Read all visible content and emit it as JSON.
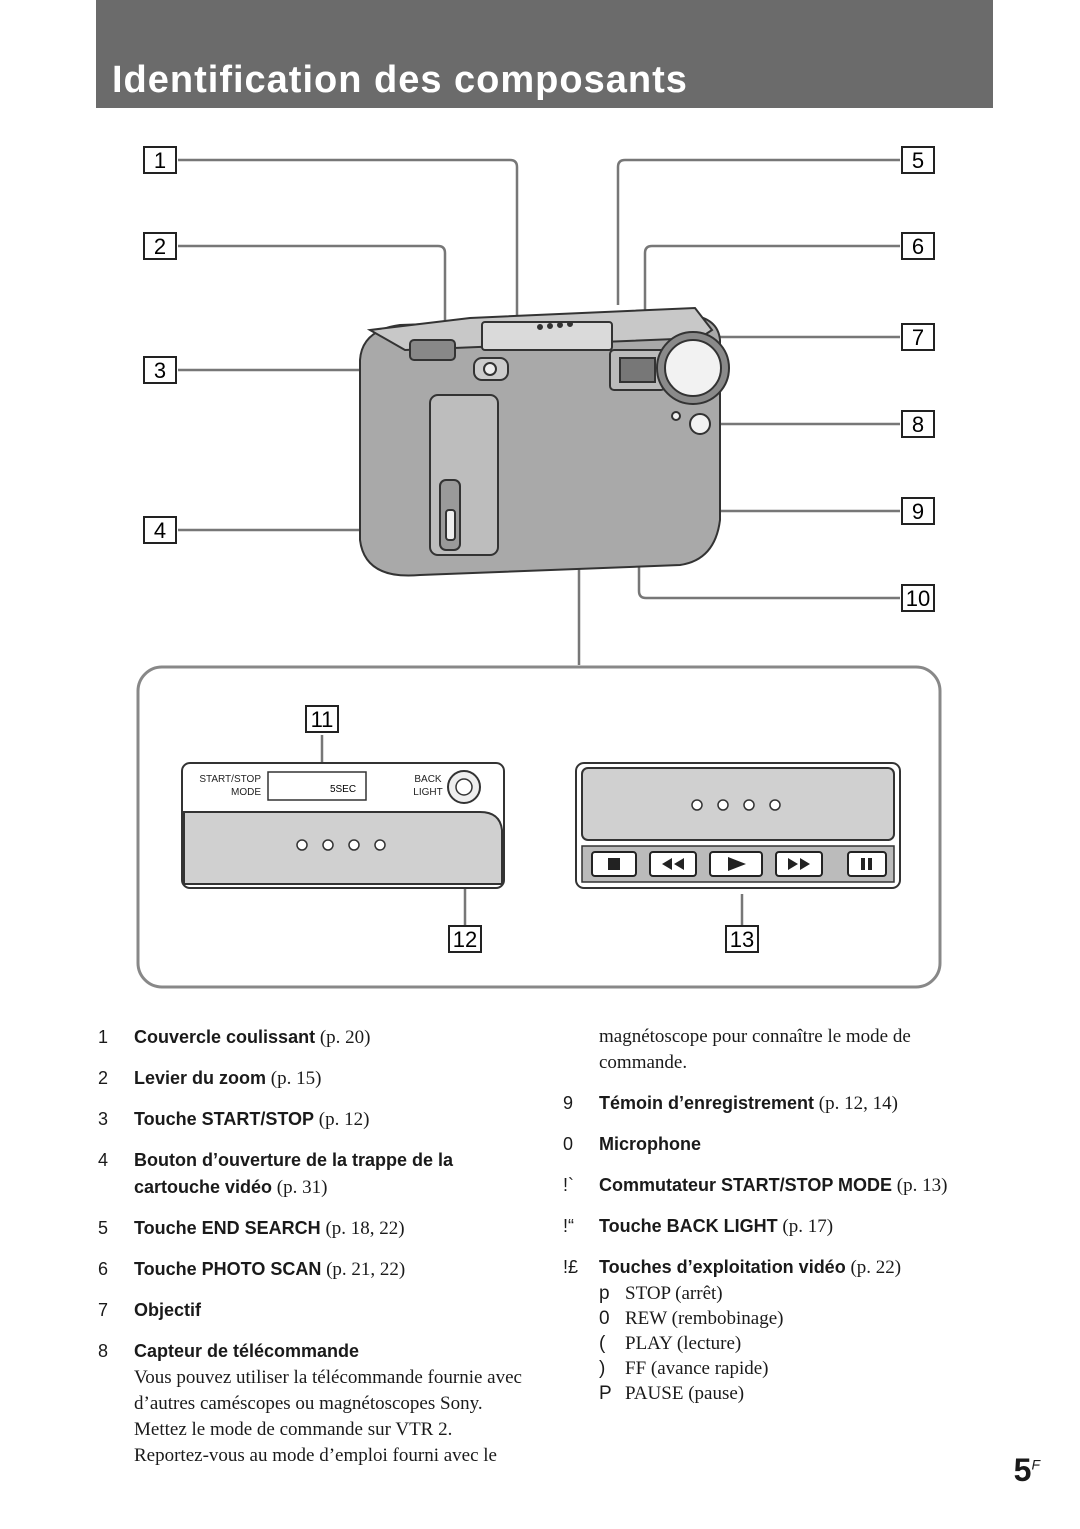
{
  "header": {
    "title": "Identification des composants"
  },
  "callouts": [
    "1",
    "2",
    "3",
    "4",
    "5",
    "6",
    "7",
    "8",
    "9",
    "10",
    "11",
    "12",
    "13"
  ],
  "panel": {
    "startstop_line1": "START/STOP",
    "startstop_line2": "MODE",
    "sec_label": "5SEC",
    "back_line1": "BACK",
    "back_line2": "LIGHT"
  },
  "left_items": [
    {
      "num": "1",
      "label": "Couvercle coulissant",
      "page": "(p. 20)"
    },
    {
      "num": "2",
      "label": "Levier du zoom",
      "page": "(p. 15)"
    },
    {
      "num": "3",
      "label": "Touche START/STOP",
      "page": "(p. 12)"
    },
    {
      "num": "4",
      "label": "Bouton d’ouverture de la trappe de la cartouche vidéo",
      "page": "(p. 31)"
    },
    {
      "num": "5",
      "label": "Touche END SEARCH",
      "page": "(p. 18, 22)"
    },
    {
      "num": "6",
      "label": "Touche PHOTO SCAN",
      "page": "(p. 21, 22)"
    },
    {
      "num": "7",
      "label": "Objectif",
      "page": ""
    },
    {
      "num": "8",
      "label": "Capteur de télécommande",
      "page": "",
      "body": "Vous pouvez utiliser la télécommande fournie avec d’autres caméscopes ou magnétoscopes Sony. Mettez le mode de commande sur VTR 2. Reportez-vous au mode d’emploi fourni avec le"
    }
  ],
  "right_continuation": "magnétoscope pour connaître le mode de commande.",
  "right_items": [
    {
      "num": "9",
      "label": "Témoin d’enregistrement",
      "page": "(p. 12, 14)"
    },
    {
      "num": "0",
      "label": "Microphone",
      "page": ""
    },
    {
      "num": "!`",
      "label": "Commutateur START/STOP MODE",
      "page": "(p. 13)"
    },
    {
      "num": "!“",
      "label": "Touche BACK LIGHT",
      "page": "(p. 17)"
    },
    {
      "num": "!£",
      "label": "Touches d’exploitation vidéo",
      "page": "(p. 22)"
    }
  ],
  "video_ops": [
    {
      "sym": "p",
      "text": "STOP (arrêt)"
    },
    {
      "sym": "0",
      "text": "REW (rembobinage)"
    },
    {
      "sym": "(",
      "text": "PLAY (lecture)"
    },
    {
      "sym": ")",
      "text": "FF (avance rapide)"
    },
    {
      "sym": "P",
      "text": "PAUSE (pause)"
    }
  ],
  "page_number": "5",
  "page_suffix": "F"
}
